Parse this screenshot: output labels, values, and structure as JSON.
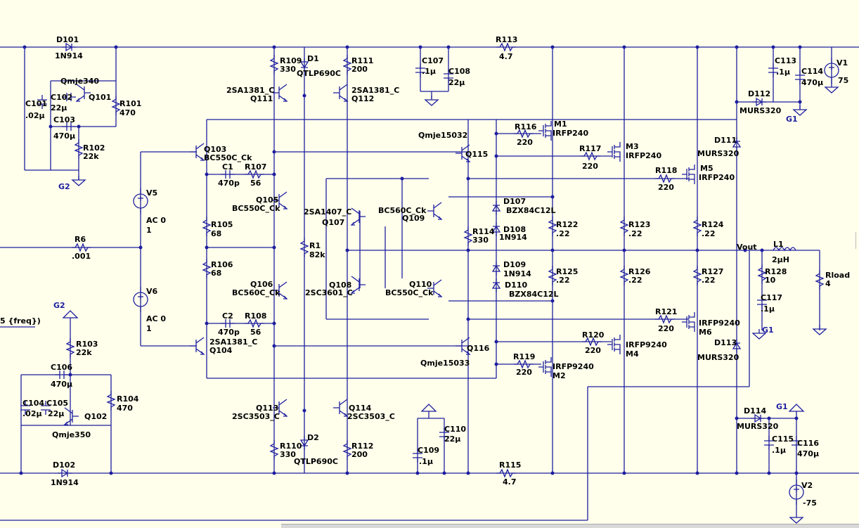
{
  "window": {
    "tool": "LTspice schematic editor"
  },
  "labels": {
    "D101": "D101",
    "D101v": "1N914",
    "Q101": "Qmje340",
    "Q101n": "Q101",
    "C101": "C101",
    "C101v": ".02µ",
    "C102": "C102",
    "C102v": "22µ",
    "C103": "C103",
    "C103v": "470µ",
    "R101": "R101",
    "R101v": "470",
    "R102": "R102",
    "R102v": "22k",
    "G2a": "G2",
    "V5": "V5",
    "V5v": "AC 0",
    "V5n": "1",
    "V6": "V6",
    "V6v": "AC 0",
    "V6n": "1",
    "R6": "R6",
    "R6v": ".001",
    "freq": "5 {freq})",
    "G2b": "G2",
    "R103": "R103",
    "R103v": "22k",
    "C106": "C106",
    "C106v": "470µ",
    "C104": "C104",
    "C104v": ".02µ",
    "C105": "C105",
    "C105v": "22µ",
    "Q102": "Q102",
    "Q102m": "Qmje350",
    "R104": "R104",
    "R104v": "470",
    "D102": "D102",
    "D102v": "1N914",
    "Q103": "Q103",
    "Q103m": "BC550C_Ck",
    "C1": "C1",
    "C1v": "470p",
    "R107": "R107",
    "R107v": "56",
    "R105": "R105",
    "R105v": "68",
    "R106": "R106",
    "R106v": "68",
    "C2": "C2",
    "C2v": "470p",
    "R108": "R108",
    "R108v": "56",
    "Q104m": "2SA1381_C",
    "Q104": "Q104",
    "R109": "R109",
    "R109v": "330",
    "D1": "D1",
    "D1v": "QTLP690C",
    "R111": "R111",
    "R111v": "200",
    "Q111m": "2SA1381_C",
    "Q111": "Q111",
    "Q112m": "2SA1381_C",
    "Q112": "Q112",
    "Q105": "Q105",
    "Q105m": "BC550C_Ck",
    "Q106": "Q106",
    "Q106m": "BC560C_Ck",
    "R1": "R1",
    "R1v": "82k",
    "Q107m": "2SA1407_C",
    "Q107": "Q107",
    "Q108": "Q108",
    "Q108m": "2SC3601_C",
    "Q109m": "BC560C_Ck",
    "Q109": "Q109",
    "Q110": "Q110",
    "Q110m": "BC550C_Ck",
    "Q113": "Q113",
    "Q113m": "2SC3503_C",
    "Q114": "Q114",
    "Q114m": "2SC3503_C",
    "R110": "R110",
    "R110v": "330",
    "D2": "D2",
    "D2v": "QTLP690C",
    "R112": "R112",
    "R112v": "200",
    "C107": "C107",
    "C107v": ".1µ",
    "C108": "C108",
    "C108v": "22µ",
    "C109": "C109",
    "C109v": ".1µ",
    "C110": "C110",
    "C110v": "22µ",
    "Q115m": "Qmje15032",
    "Q115": "Q115",
    "Q116": "Q116",
    "Q116m": "Qmje15033",
    "R114": "R114",
    "R114v": "330",
    "D107": "D107",
    "D107v": "BZX84C12L",
    "D108": "D108",
    "D108v": "1N914",
    "D109": "D109",
    "D109v": "1N914",
    "D110": "D110",
    "D110v": "BZX84C12L",
    "R113": "R113",
    "R113v": "4.7",
    "R115": "R115",
    "R115v": "4.7",
    "R116": "R116",
    "R116v": "220",
    "M1": "M1",
    "M1m": "IRFP240",
    "R117": "R117",
    "R117v": "220",
    "M3": "M3",
    "M3m": "IRFP240",
    "R118": "R118",
    "R118v": "220",
    "M5": "M5",
    "M5m": "IRFP240",
    "R119": "R119",
    "R119v": "220",
    "M2m": "IRFP9240",
    "M2": "M2",
    "R120": "R120",
    "R120v": "220",
    "M4m": "IRFP9240",
    "M4": "M4",
    "R121": "R121",
    "R121v": "220",
    "M6m": "IRFP9240",
    "M6": "M6",
    "R122": "R122",
    "R122v": ".22",
    "R123": "R123",
    "R123v": ".22",
    "R124": "R124",
    "R124v": ".22",
    "R125": "R125",
    "R125v": ".22",
    "R126": "R126",
    "R126v": ".22",
    "R127": "R127",
    "R127v": ".22",
    "D111": "D111",
    "D111v": "MURS320",
    "D112": "D112",
    "D112v": "MURS320",
    "D113": "D113",
    "D113v": "MURS320",
    "D114": "D114",
    "D114v": "MURS320",
    "C113": "C113",
    "C113v": ".1µ",
    "C114": "C114",
    "C114v": "470µ",
    "V1": "V1",
    "V1v": "75",
    "G1a": "G1",
    "Vout": "Vout",
    "L1": "L1",
    "L1v": "2µH",
    "R128": "R128",
    "R128v": "10",
    "C117": "C117",
    "C117v": ".1µ",
    "G1b": "G1",
    "Rload": "Rload",
    "Rloadv": "4",
    "G1c": "G1",
    "C115": "C115",
    "C115v": ".1µ",
    "C116": "C116",
    "C116v": "470µ",
    "V2": "V2",
    "V2v": "-75"
  }
}
